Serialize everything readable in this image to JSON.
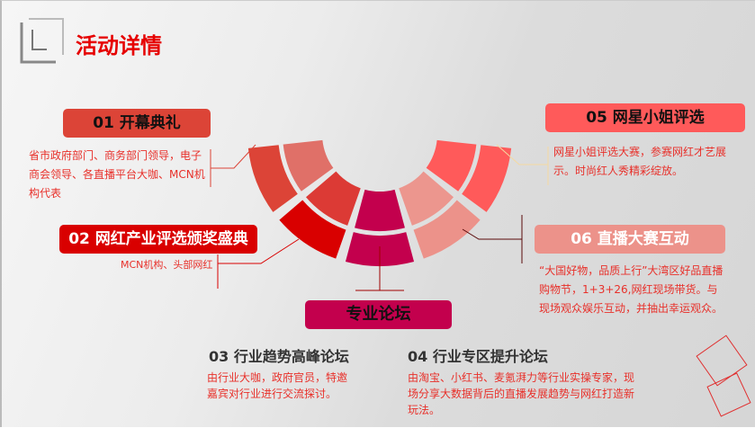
{
  "title": "活动详情",
  "items": [
    {
      "label": "01 开幕典礼",
      "desc": "省市政府部门、商务部门领导，电子商会领导、各直播平台大咖、MCN机构代表",
      "color": "#dc4437"
    },
    {
      "label": "02 网红产业评选颁奖盛典",
      "desc": "MCN机构、头部网红",
      "color": "#d90000"
    },
    {
      "label": "03 行业趋势高峰论坛",
      "desc": "由行业大咖，政府官员，特邀嘉宾对行业进行交流探讨。"
    },
    {
      "label": "04 行业专区提升论坛",
      "desc": "由淘宝、小红书、麦氪湃力等行业实操专家，现场分享大数据背后的直播发展趋势与网红打造新玩法。"
    },
    {
      "label": "05 网星小姐评选",
      "desc": "网星小姐评选大赛，参赛网红才艺展示。时尚红人秀精彩绽放。",
      "color": "#ff5a5a"
    },
    {
      "label": "06 直播大赛互动",
      "desc": "“大国好物，品质上行”大湾区好品直播购物节，1+3+26,网红现场带货。与现场观众娱乐互动，并抽出幸运观众。",
      "color": "#ec928a"
    }
  ],
  "forum_label": "专业论坛",
  "ring_colors": {
    "outer": [
      "#dc4437",
      "#d90000",
      "#c3004d",
      "#ec928a",
      "#ff5a5a"
    ],
    "inner": [
      "#e07068",
      "#dc3a35",
      "#c3004d",
      "#ec968e",
      "#ff5a5a"
    ]
  }
}
